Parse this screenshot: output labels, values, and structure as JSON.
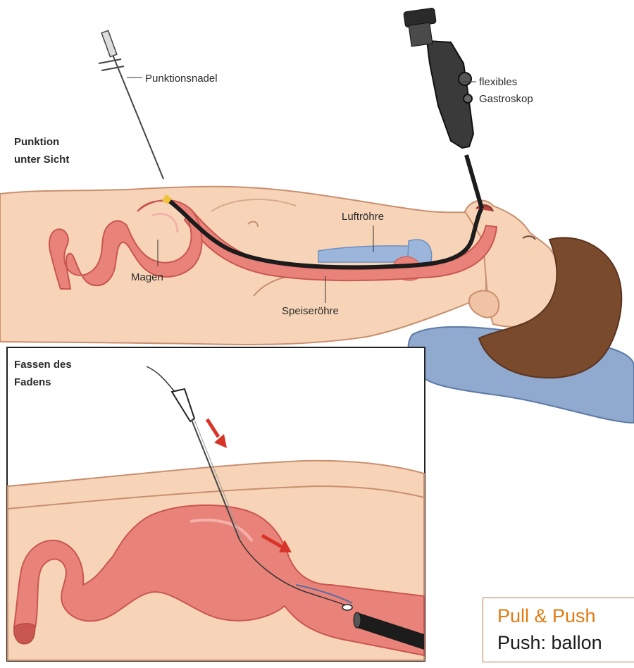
{
  "labels": {
    "needle": "Punktionsnadel",
    "scope_line1": "flexibles",
    "scope_line2": "Gastroskop",
    "puncture_line1": "Punktion",
    "puncture_line2": "unter Sicht",
    "trachea": "Luftröhre",
    "stomach": "Magen",
    "esophagus": "Speiseröhre",
    "inset_line1": "Fassen des",
    "inset_line2": "Fadens"
  },
  "note": {
    "line1": "Pull & Push",
    "line2": "Push: ballon"
  },
  "colors": {
    "skin": "#f7d4b8",
    "skin_outline": "#c98f6f",
    "organ": "#e9837a",
    "organ_dark": "#c9564f",
    "hair": "#7a4a2c",
    "pillow": "#8fa9cf",
    "trachea": "#9bb6da",
    "scope": "#1c1c1c",
    "arrow": "#d8352a",
    "note_title": "#e07b12"
  }
}
